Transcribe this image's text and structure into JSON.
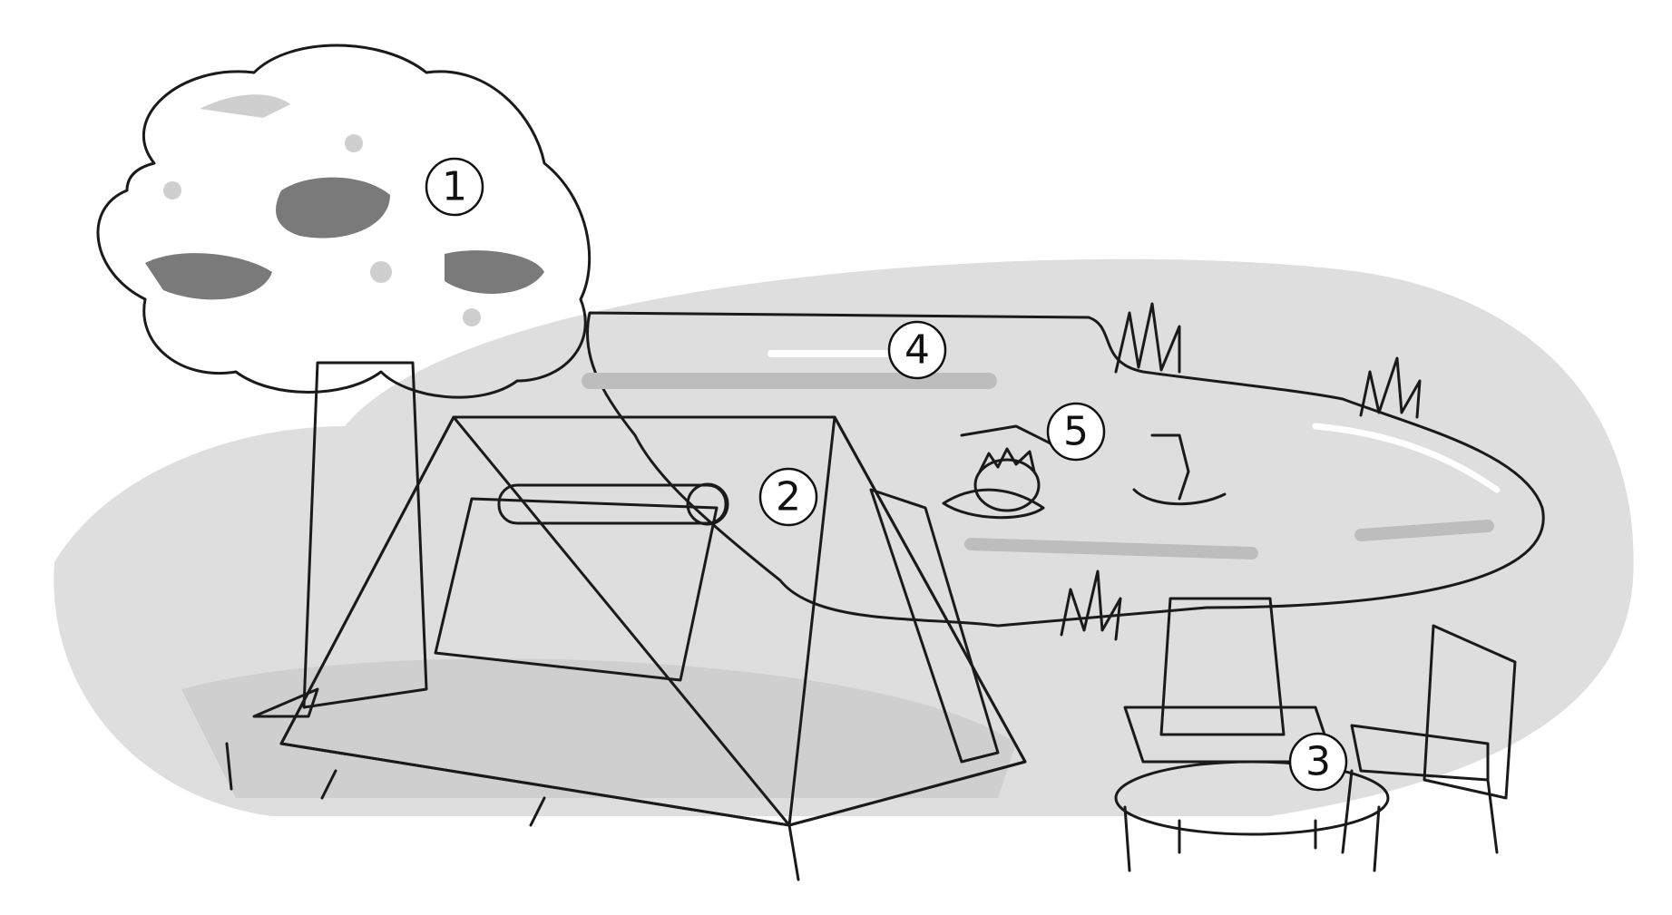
{
  "markers": [
    {
      "id": "tree",
      "label": "1"
    },
    {
      "id": "tent",
      "label": "2"
    },
    {
      "id": "table",
      "label": "3"
    },
    {
      "id": "lake",
      "label": "4"
    },
    {
      "id": "swimmer",
      "label": "5"
    }
  ],
  "colors": {
    "background": "#ffffff",
    "ground_shadow": "#dcdcdc",
    "tree_foliage": "#9e9e9e",
    "tree_dark": "#7a7a7a",
    "trunk": "#5e5e5e",
    "tent": "#8c8c8c",
    "lake": "#ececec",
    "ink": "#1a1a1a"
  }
}
